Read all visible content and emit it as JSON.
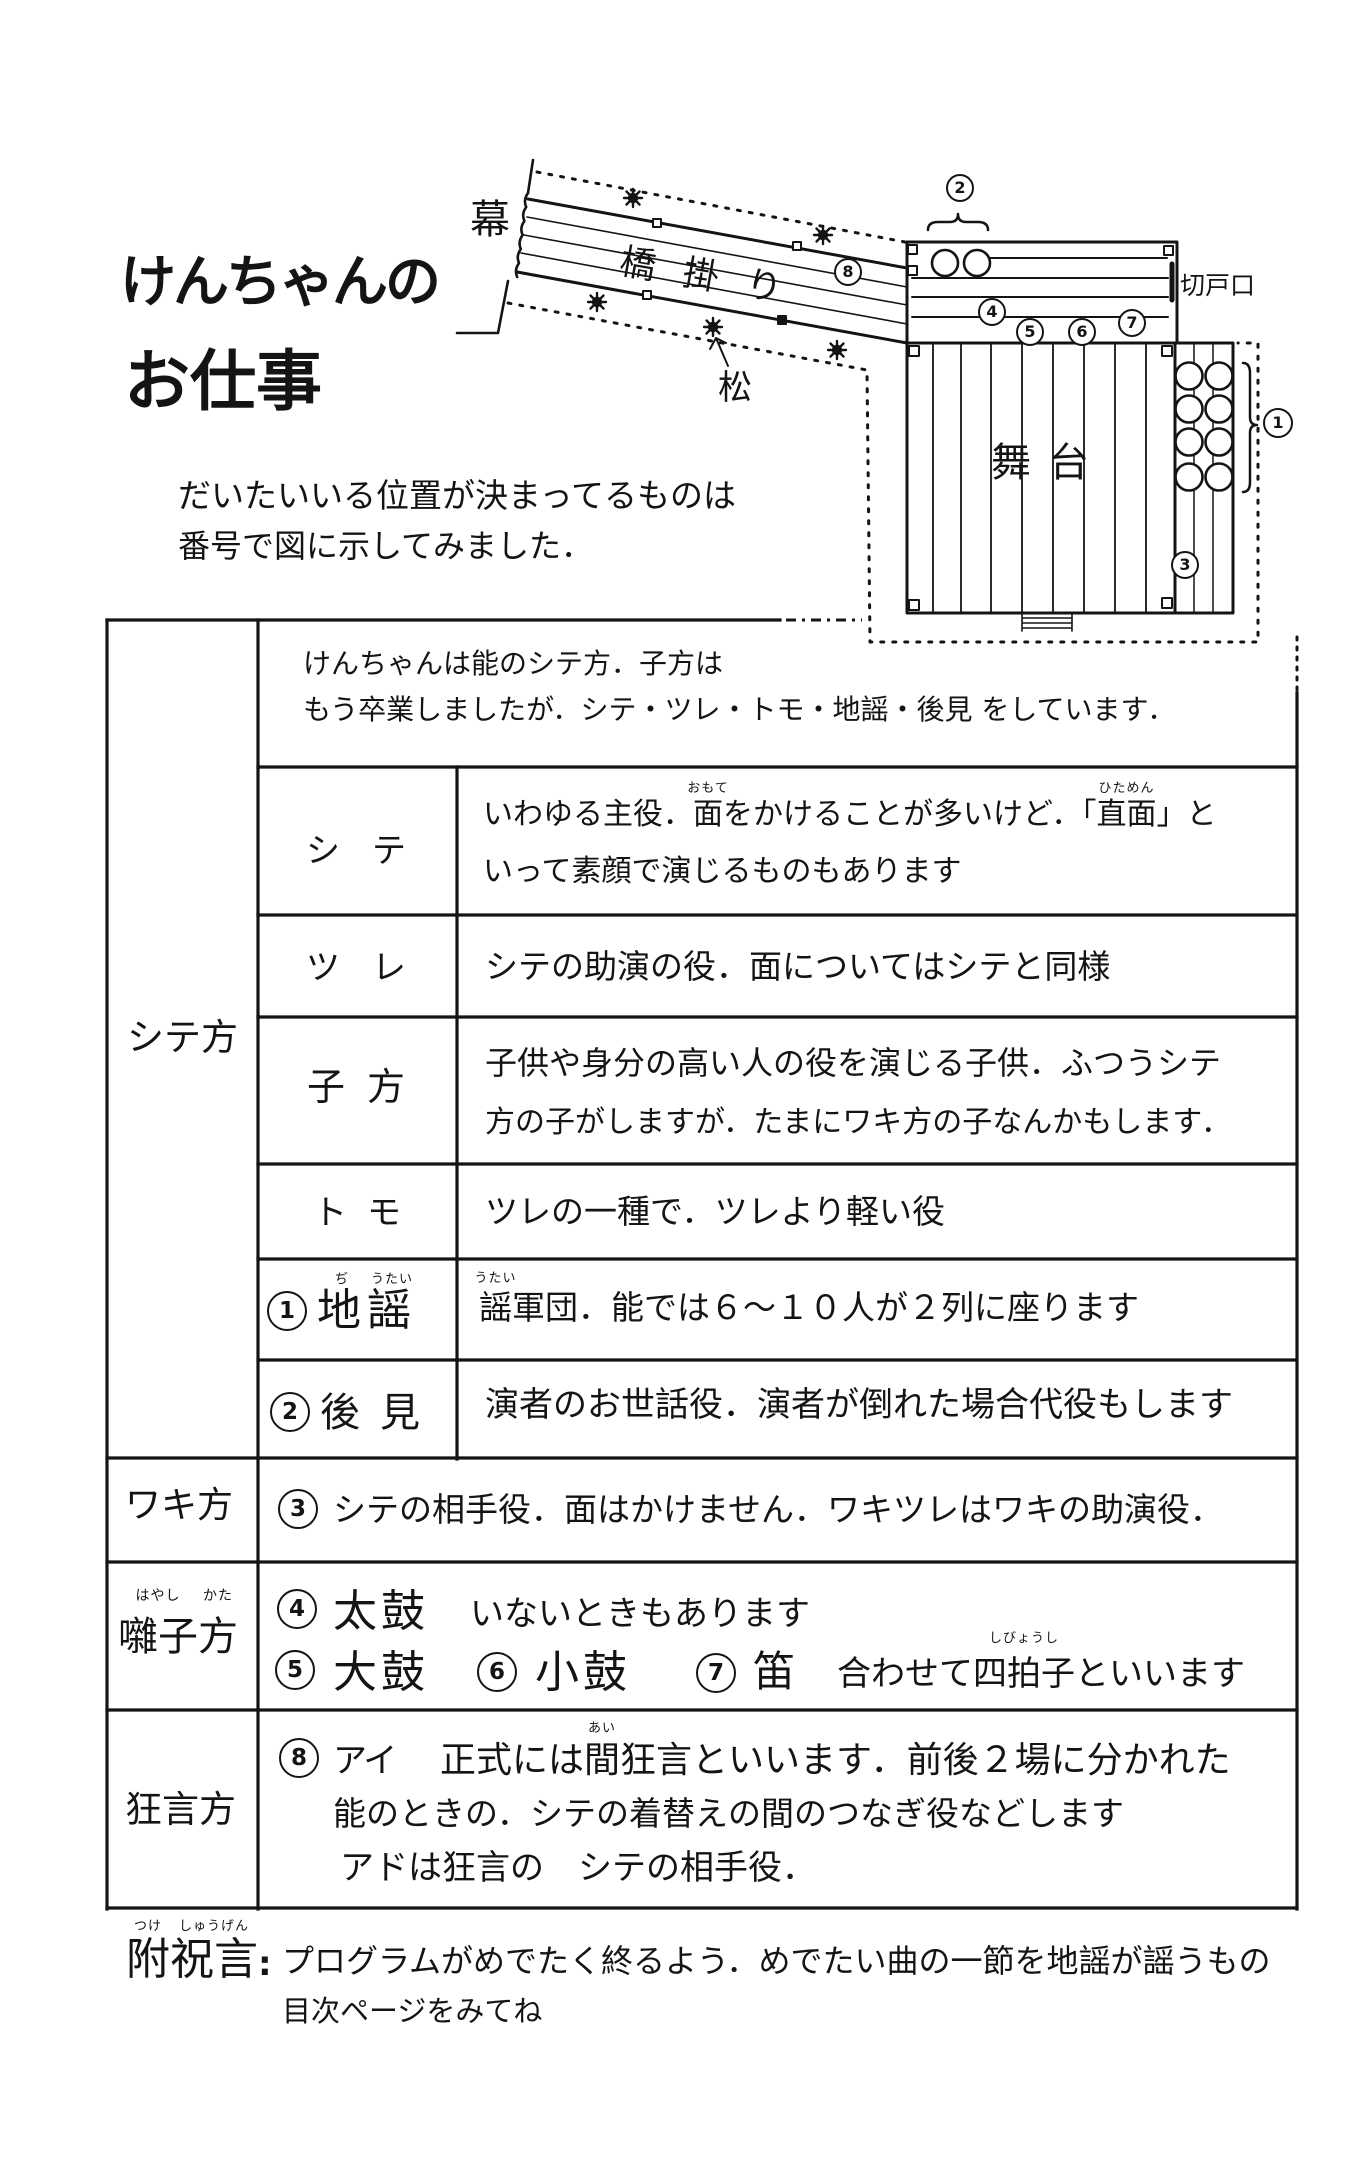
{
  "page": {
    "background": "#ffffff",
    "ink": "#141414"
  },
  "header": {
    "title_line1": "けんちゃんの",
    "title_line2": "お仕事",
    "subtitle_line1": "だいたいいる位置が決まってるものは",
    "subtitle_line2": "番号で図に示してみました．"
  },
  "stage_diagram": {
    "labels": {
      "curtain": "幕",
      "bridge": "橋掛り",
      "pine": "松",
      "stage": "舞台",
      "side_door": "切戸口"
    },
    "markers": {
      "jiutai": "1",
      "koken": "2",
      "waki": "3",
      "taiko": "4",
      "otsuzumi": "5",
      "kotsuzumi": "6",
      "fue": "7",
      "ai": "8"
    }
  },
  "table": {
    "intro": {
      "line1": "けんちゃんは能のシテ方．子方は",
      "line2": "もう卒業しましたが．シテ・ツレ・トモ・地謡・後見 をしています．"
    },
    "shite_kata": {
      "label": "シテ方",
      "shite": {
        "name": "シテ",
        "line1_a": "いわゆる主役．",
        "line1_b": "面",
        "line1_b_ruby": "おもて",
        "line1_c": "をかけることが多いけど．「",
        "line1_d": "直面",
        "line1_d_ruby": "ひためん",
        "line1_e": "」と",
        "line2": "いって素顔で演じるものもあります"
      },
      "tsure": {
        "name": "ツレ",
        "line1": "シテの助演の役．面についてはシテと同様"
      },
      "kokata": {
        "name": "子方",
        "line1": "子供や身分の高い人の役を演じる子供．ふつうシテ",
        "line2": "方の子がしますが．たまにワキ方の子なんかもします．"
      },
      "tomo": {
        "name": "トモ",
        "line1": "ツレの一種で．ツレより軽い役"
      },
      "jiutai": {
        "marker": "1",
        "name_a": "地",
        "name_a_ruby": "ぢ",
        "name_b": "謡",
        "name_b_ruby": "うたい",
        "line1_a": "謡",
        "line1_a_ruby": "うたい",
        "line1_b": "軍団．能では６～１０人が２列に座ります"
      },
      "koken": {
        "marker": "2",
        "name": "後見",
        "line1": "演者のお世話役．演者が倒れた場合代役もします"
      }
    },
    "waki_kata": {
      "label": "ワキ方",
      "marker": "3",
      "line1": "シテの相手役．面はかけません．ワキツレはワキの助演役．"
    },
    "hayashi_kata": {
      "label_a": "囃子",
      "label_a_ruby": "はやし",
      "label_b": "方",
      "label_b_ruby": "かた",
      "taiko": {
        "marker": "4",
        "name": "太鼓",
        "note": "いないときもあります"
      },
      "otsuzumi": {
        "marker": "5",
        "name": "大鼓"
      },
      "kotsuzumi": {
        "marker": "6",
        "name": "小鼓"
      },
      "fue": {
        "marker": "7",
        "name": "笛"
      },
      "note_a": "合わせて",
      "note_b": "四拍子",
      "note_b_ruby": "しびょうし",
      "note_c": "といいます"
    },
    "kyogen_kata": {
      "label": "狂言方",
      "marker": "8",
      "name": "アイ",
      "line1_a": "正式には",
      "line1_b": "間",
      "line1_b_ruby": "あい",
      "line1_c": "狂言といいます．前後２場に分かれた",
      "line2": "能のときの．シテの着替えの間のつなぎ役などします",
      "line3": "アドは狂言の　シテの相手役．"
    }
  },
  "footer": {
    "term_a": "附",
    "term_a_ruby": "つけ",
    "term_b": "祝言",
    "term_b_ruby": "しゅうげん",
    "colon": ":",
    "line1": "プログラムがめでたく終るよう．めでたい曲の一節を地謡が謡うもの",
    "line2": "目次ページをみてね"
  }
}
